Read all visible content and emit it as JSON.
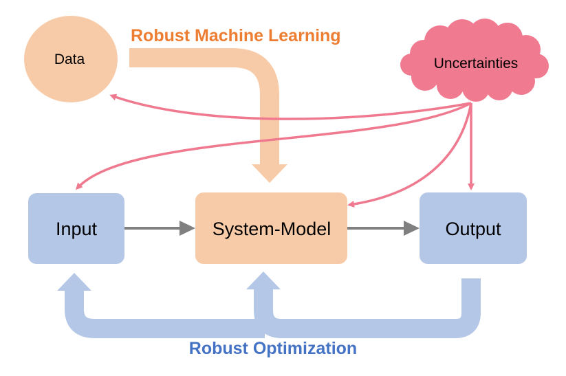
{
  "diagram": {
    "top_label": "Robust Machine Learning",
    "bottom_label": "Robust Optimization",
    "nodes": {
      "data": "Data",
      "uncertainties": "Uncertainties",
      "input": "Input",
      "model": "System-Model",
      "output": "Output"
    }
  },
  "colors": {
    "peach": "#f8cba8",
    "blue": "#b4c7e7",
    "pink_cloud": "#f07a90",
    "pink_arrow": "#ef7a90",
    "gray_arrow": "#808080",
    "orange_text": "#ed7d31",
    "blue_text": "#4472c4",
    "text": "#000000"
  }
}
